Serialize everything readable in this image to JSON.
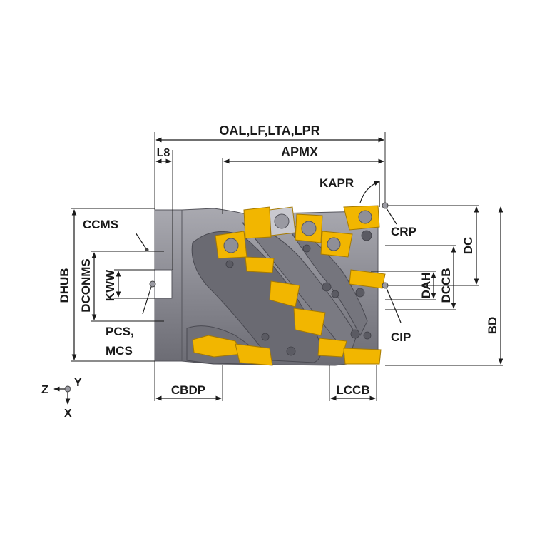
{
  "labels": {
    "oal": "OAL,LF,LTA,LPR",
    "l8": "L8",
    "apmx": "APMX",
    "kapr": "KAPR",
    "ccms": "CCMS",
    "crp": "CRP",
    "dhub": "DHUB",
    "dconms": "DCONMS",
    "kww": "KWW",
    "dah": "DAH",
    "dccb": "DCCB",
    "dc": "DC",
    "bd": "BD",
    "cip": "CIP",
    "pcs": "PCS,",
    "mcs": "MCS",
    "cbdp": "CBDP",
    "lccb": "LCCB"
  },
  "axes": {
    "z": "Z",
    "y": "Y",
    "x": "X"
  },
  "colors": {
    "body": "#8c8c94",
    "body_dark": "#5a5a62",
    "insert": "#f2b600",
    "insert_dark": "#b58600",
    "line": "#1a1a1a"
  }
}
